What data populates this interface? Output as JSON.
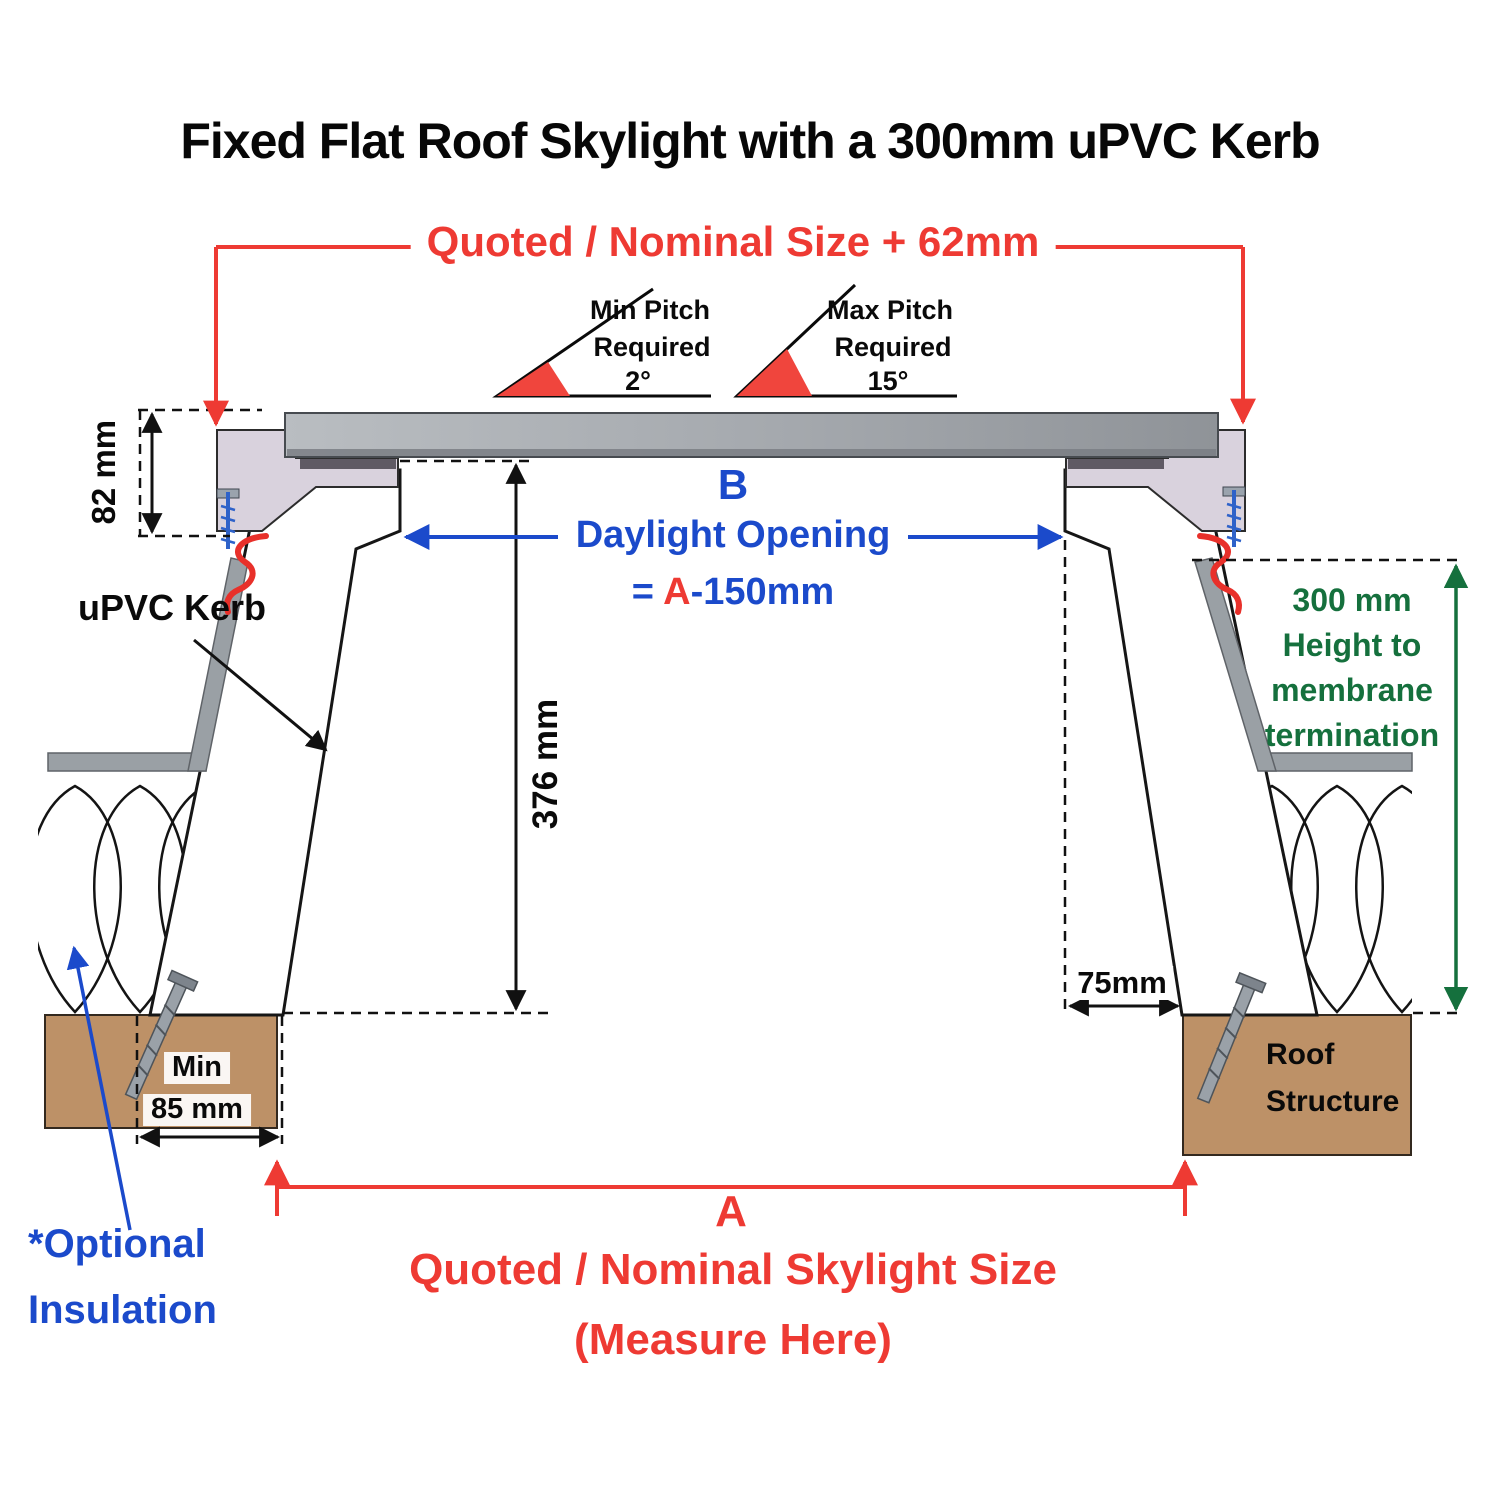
{
  "title": "Fixed Flat Roof Skylight with a 300mm uPVC Kerb",
  "colors": {
    "red": "#ee3a33",
    "blue": "#1b4acb",
    "green": "#15703d",
    "brown": "#bd9167",
    "frame_lavender": "#d9d2dd",
    "glass_grey": "#a0a4a9",
    "membrane_grey": "#9aa0a5",
    "kerb_white": "#ffffff"
  },
  "dimensions": {
    "top": "Quoted / Nominal Size + 62mm",
    "frame_height": "82 mm",
    "kerb_height": "376 mm",
    "daylight_letter": "B",
    "daylight_label": "Daylight Opening",
    "daylight_eq_prefix": "= ",
    "daylight_eq_a": "A",
    "daylight_eq_suffix": "-150mm",
    "membrane_height_line1": "300 mm",
    "membrane_height_line2": "Height to",
    "membrane_height_line3": "membrane",
    "membrane_height_line4": "termination",
    "base_offset": "75mm",
    "bearing_min_line1": "Min",
    "bearing_min_line2": "85 mm",
    "bottom_letter": "A",
    "bottom_label_line1": "Quoted / Nominal Skylight Size",
    "bottom_label_line2": "(Measure Here)"
  },
  "pitch": {
    "min_line1": "Min Pitch",
    "min_line2": "Required",
    "min_value": "2°",
    "max_line1": "Max Pitch",
    "max_line2": "Required",
    "max_value": "15°"
  },
  "callouts": {
    "kerb": "uPVC Kerb",
    "roof_line1": "Roof",
    "roof_line2": "Structure",
    "insulation_line1": "*Optional",
    "insulation_line2": "Insulation"
  }
}
